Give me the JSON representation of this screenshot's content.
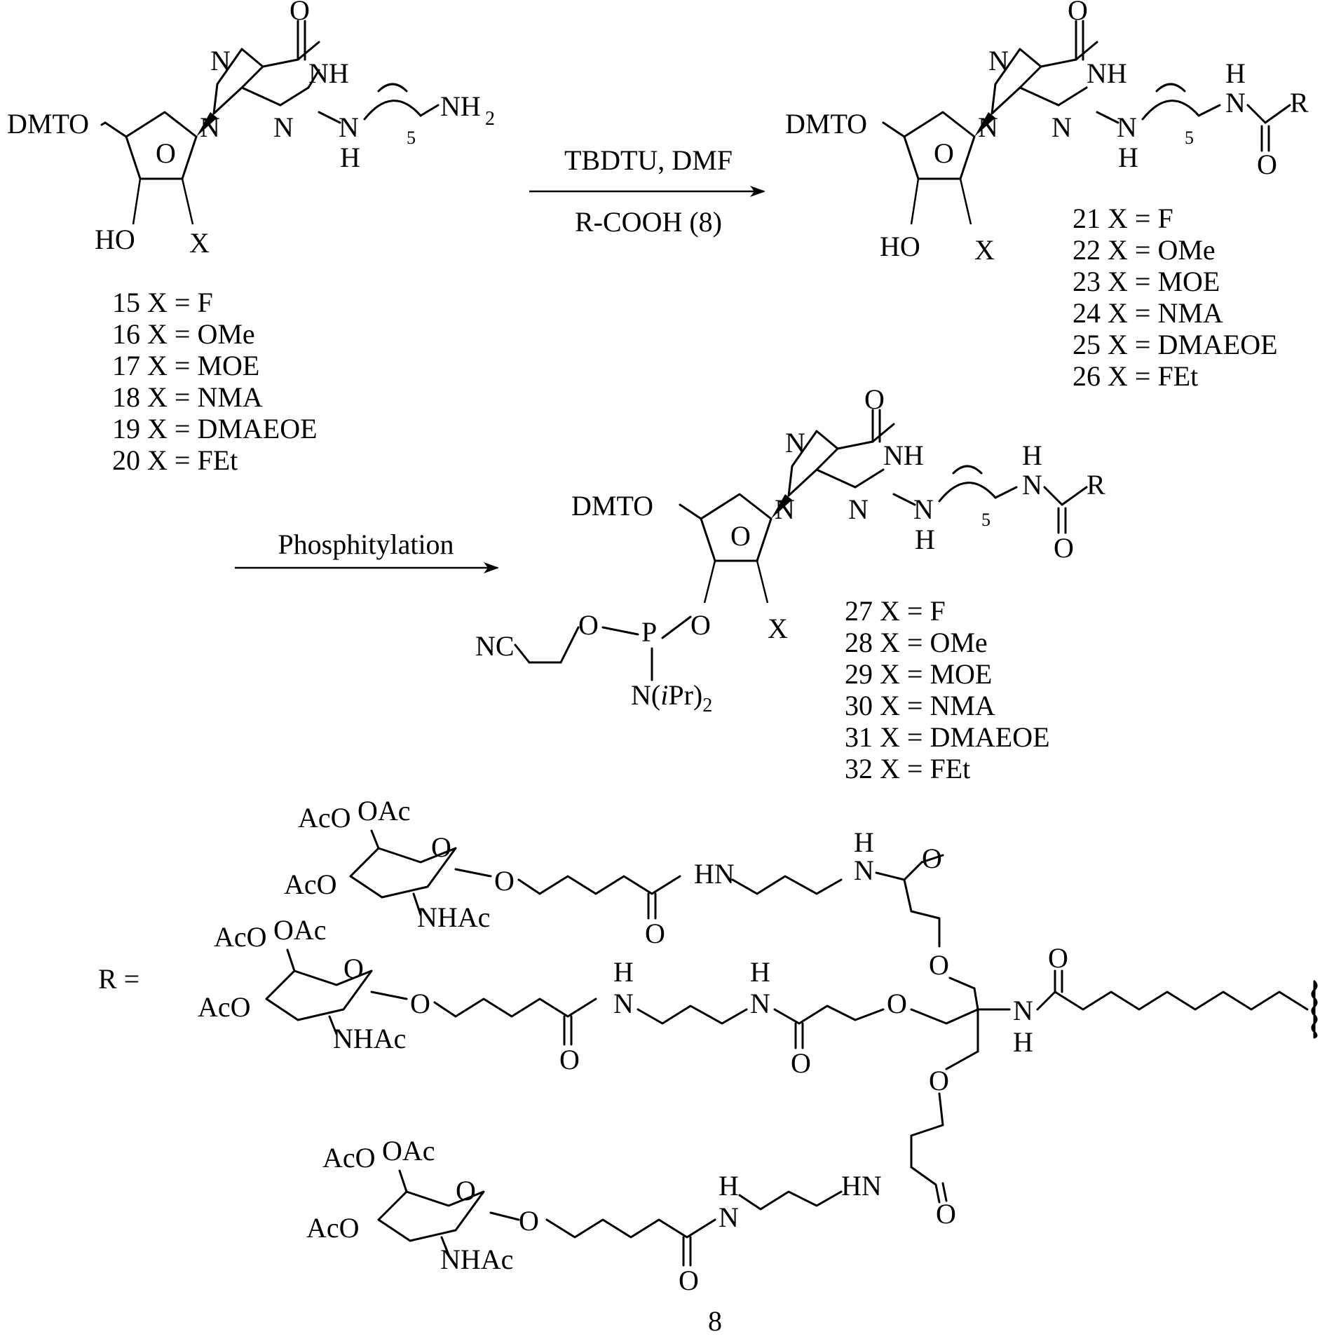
{
  "atoms": {
    "dmto": "DMTO",
    "ho": "HO",
    "x": "X",
    "o": "O",
    "n": "N",
    "nh": "NH",
    "h": "H",
    "nh2_base": "NH",
    "sub2": "2",
    "five": "5",
    "r": "R",
    "hn": "HN",
    "nc": "NC",
    "p": "P",
    "niPr2_pre": "N(",
    "niPr2_i": "i",
    "niPr2_post": "Pr)",
    "aco": "AcO",
    "oac": "OAc",
    "nhac": "NHAc"
  },
  "reaction1": {
    "reagent_top": "TBDTU, DMF",
    "reagent_bottom": "R-COOH (8)"
  },
  "reaction2": {
    "reagent_top": "Phosphitylation"
  },
  "compounds": {
    "start": [
      "15 X = F",
      "16 X = OMe",
      "17 X = MOE",
      "18 X = NMA",
      "19 X = DMAEOE",
      "20 X = FEt"
    ],
    "amide": [
      "21 X = F",
      "22 X = OMe",
      "23 X = MOE",
      "24 X = NMA",
      "25 X = DMAEOE",
      "26 X = FEt"
    ],
    "phosphoramidite": [
      "27 X = F",
      "28 X = OMe",
      "29 X = MOE",
      "30 X = NMA",
      "31 X = DMAEOE",
      "32 X = FEt"
    ]
  },
  "r_group": {
    "label": "R =",
    "compound_number": "8"
  }
}
